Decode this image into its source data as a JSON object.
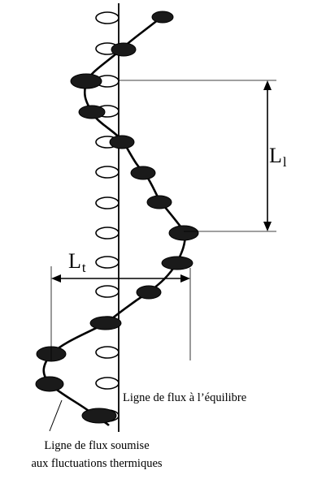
{
  "labels": {
    "lt_main": "L",
    "lt_sub": "t",
    "ll_main": "L",
    "ll_sub": "l",
    "equilibrium": "Ligne de flux à l’équilibre",
    "fluctuating_line1": "Ligne de flux soumise",
    "fluctuating_line2": "aux fluctuations thermiques"
  },
  "colors": {
    "ink": "#000000",
    "dark_ellipse": "#1a1a1a",
    "background": "#ffffff"
  }
}
